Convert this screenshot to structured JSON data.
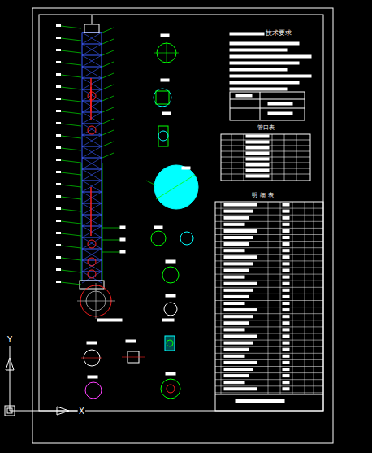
{
  "diagram": {
    "labels": [
      "技术要求",
      "管口表",
      "明细表",
      "Y",
      "X"
    ]
  }
}
